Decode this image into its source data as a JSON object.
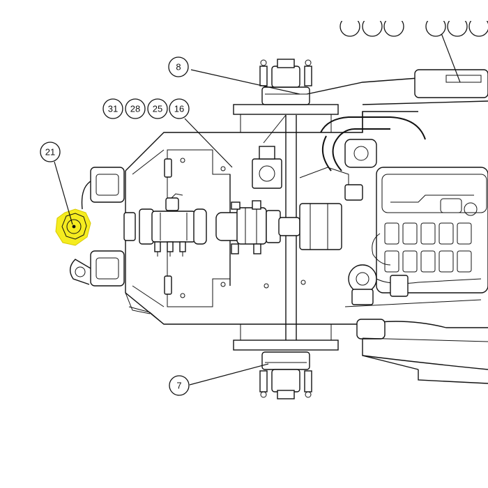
{
  "highlight_color": "#f5ec1f",
  "callouts": {
    "c21": "21",
    "c8": "8",
    "c31": "31",
    "c28": "28",
    "c25": "25",
    "c16": "16",
    "c7": "7"
  }
}
